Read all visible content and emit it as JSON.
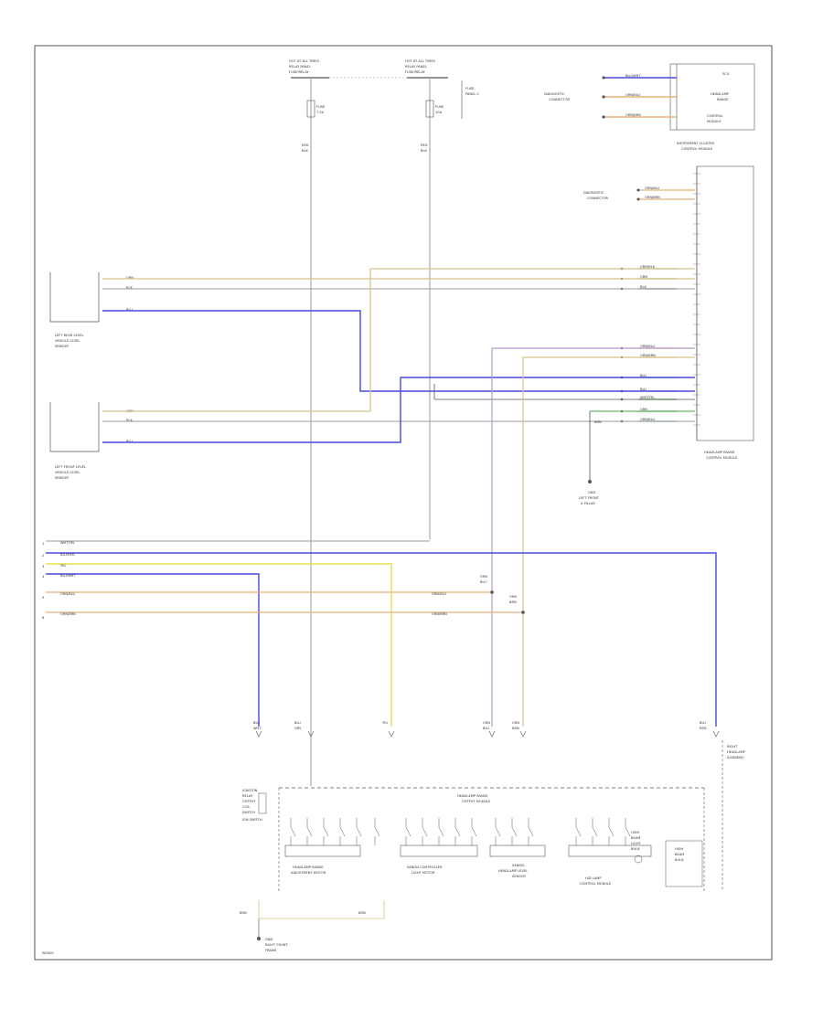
{
  "colors": {
    "frame": "#555555",
    "wire_tan": "#d8c48a",
    "wire_blue": "#4848e0",
    "wire_gray": "#9a9a9a",
    "wire_yellow": "#e6e24a",
    "wire_orange": "#e8b07a",
    "wire_violet": "#b898c8",
    "wire_green": "#44aa44",
    "wire_black": "#555555"
  },
  "fuses": {
    "left": {
      "title": [
        "HOT AT ALL TIMES",
        "RELAY PANEL",
        "FUSE/RELAY"
      ],
      "fuse": "FUSE",
      "amps": "7.5A",
      "wire": [
        "RED",
        "BLK"
      ]
    },
    "right": {
      "title": [
        "HOT AT ALL TIMES",
        "RELAY PANEL",
        "FUSE/RELAY"
      ],
      "fuse": "FUSE",
      "amps": "10A",
      "wire": [
        "RED",
        "BLK"
      ],
      "panel": [
        "FUSE",
        "PANEL C"
      ]
    }
  },
  "instrument_cluster": {
    "label": [
      "INSTRUMENT CLUSTER",
      "CONTROL MODULE"
    ],
    "inner": [
      "ECU",
      "HEADLAMP",
      "RANGE",
      "CONTROL",
      "MODULE"
    ],
    "wires": [
      "BLU/WHT",
      "ORN/BLU",
      "ORN/BRN"
    ],
    "connector_label": [
      "DIAGNOSTIC",
      "CONNECTOR"
    ]
  },
  "top_connector": {
    "label": [
      "DIAGNOSTIC",
      "CONNECTOR"
    ],
    "wires": [
      "ORN/BLU",
      "ORN/BRN"
    ]
  },
  "headlamp_module": {
    "label": [
      "HEADLAMP RANGE",
      "CONTROL MODULE"
    ],
    "wires": [
      "GRN/BLK",
      "GRN",
      "BLK",
      "ORN/BLU",
      "ORN/BRN",
      "BLU",
      "BLU",
      "WHT/YEL",
      "GRN",
      "GRN/BLU"
    ]
  },
  "left_rear_sensor": {
    "label": [
      "LEFT REAR LEVEL",
      "VEHICLE LEVEL",
      "SENSOR"
    ],
    "wires": [
      "GRN",
      "BLK",
      "BLU"
    ]
  },
  "left_front_sensor": {
    "label": [
      "LEFT FRONT LEVEL",
      "VEHICLE LEVEL",
      "SENSOR"
    ],
    "wires": [
      "GRN",
      "BLK",
      "BLU"
    ]
  },
  "ground": {
    "wire": "BRN",
    "label": [
      "GND",
      "LEFT FRONT",
      "A PILLAR"
    ]
  },
  "left_bus": {
    "wires": [
      "WHT/YEL",
      "BLU/RED",
      "YEL",
      "BLU/WHT",
      "ORN/BLU",
      "ORN/BRN"
    ],
    "pins": [
      "1",
      "2",
      "3",
      "4",
      "5",
      "6"
    ],
    "right_wires": [
      "ORN/BLU",
      "ORN/BRN"
    ],
    "splice_wires": [
      [
        "ORN",
        "BLU"
      ],
      [
        "ORN",
        "BRN"
      ]
    ]
  },
  "drops": [
    [
      "BLU",
      "WHT"
    ],
    [
      "BLU",
      "GRY"
    ],
    [
      "YEL",
      ""
    ],
    [
      "ORN",
      "BLU"
    ],
    [
      "ORN",
      "BRN"
    ],
    [
      "BLU",
      "RED"
    ]
  ],
  "right_headlamp": {
    "label": [
      "RIGHT",
      "HEADLAMP",
      "ASSEMBLY"
    ]
  },
  "bottom": {
    "left_label": [
      "IGNITION",
      "RELAY",
      "OUTPUT",
      "COIL",
      "SWITCH",
      "IGN SWITCH"
    ],
    "main": [
      "HEADLAMP RANGE",
      "OUTPUT MODULE"
    ],
    "boxes": [
      [
        "HEADLAMP RANGE",
        "ADJUSTMENT MOTOR"
      ],
      [
        "XENON CONTROLLER",
        "LIGHT MOTOR"
      ],
      [
        "XENON",
        "HEADLAMP LEVEL",
        "SENSOR"
      ],
      [
        "HID LAMP",
        "CONTROL MODULE"
      ]
    ],
    "bulb": [
      "HIGH",
      "BEAM",
      "LIGHT",
      "BULB"
    ],
    "bulb2": [
      "HIGH",
      "BEAM",
      "BULB"
    ],
    "ground_label": [
      "GND",
      "RIGHT FRONT",
      "FRAME"
    ],
    "wire_labels": [
      "BRN",
      "BRN"
    ]
  },
  "code": "W0000"
}
